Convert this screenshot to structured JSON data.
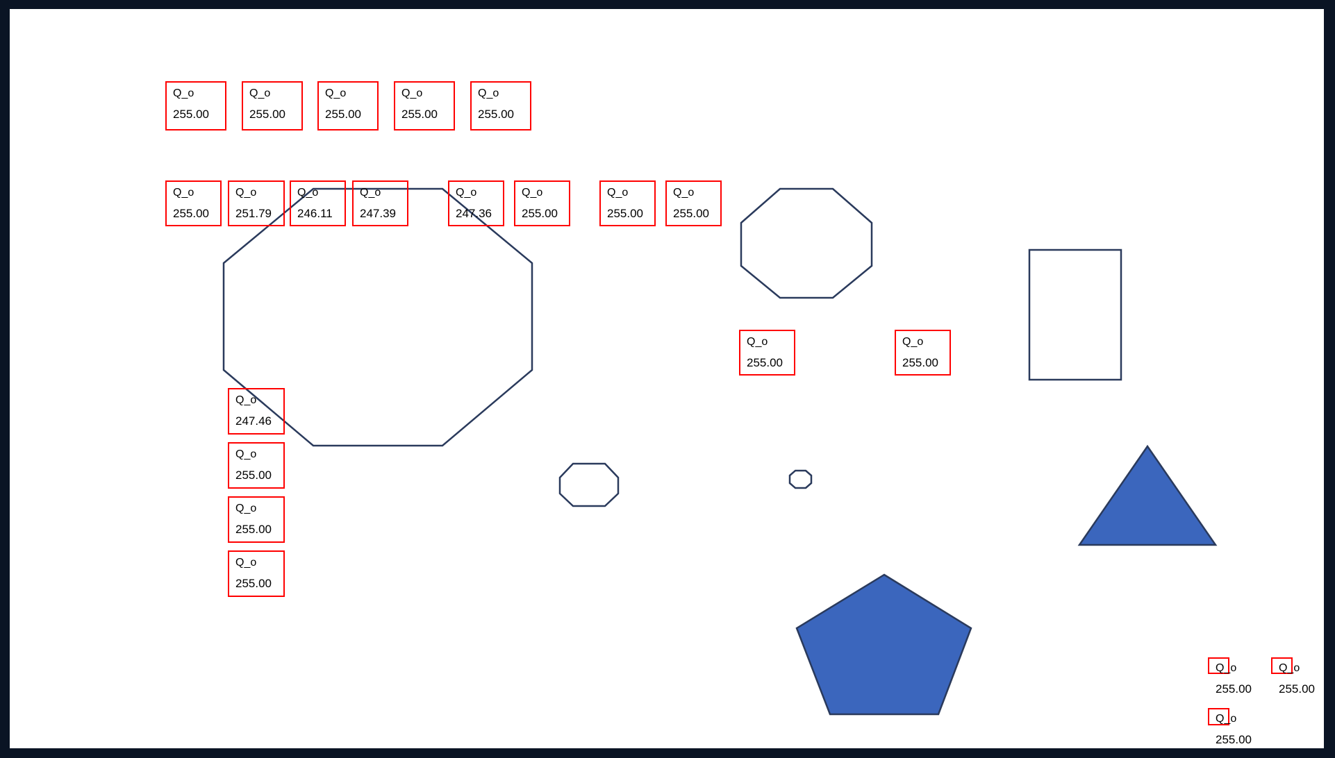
{
  "colors": {
    "outline": "#2a3a5c",
    "fill": "#3b66bd",
    "box": "#ff0000",
    "frame": "#0a1424"
  },
  "markers": [
    {
      "name": "Q_o",
      "value": "255.00"
    },
    {
      "name": "Q_o",
      "value": "255.00"
    },
    {
      "name": "Q_o",
      "value": "255.00"
    },
    {
      "name": "Q_o",
      "value": "255.00"
    },
    {
      "name": "Q_o",
      "value": "255.00"
    },
    {
      "name": "Q_o",
      "value": "255.00"
    },
    {
      "name": "Q_o",
      "value": "251.79"
    },
    {
      "name": "Q_o",
      "value": "246.11"
    },
    {
      "name": "Q_o",
      "value": "247.39"
    },
    {
      "name": "Q_o",
      "value": "247.36"
    },
    {
      "name": "Q_o",
      "value": "255.00"
    },
    {
      "name": "Q_o",
      "value": "255.00"
    },
    {
      "name": "Q_o",
      "value": "255.00"
    },
    {
      "name": "Q_o",
      "value": "255.00"
    },
    {
      "name": "Q_o",
      "value": "255.00"
    },
    {
      "name": "Q_o",
      "value": "247.46"
    },
    {
      "name": "Q_o",
      "value": "255.00"
    },
    {
      "name": "Q_o",
      "value": "255.00"
    },
    {
      "name": "Q_o",
      "value": "255.00"
    },
    {
      "name": "Q_o",
      "value": "255.00"
    },
    {
      "name": "Q_o",
      "value": "255.00"
    },
    {
      "name": "Q_o",
      "value": "255.00"
    }
  ]
}
